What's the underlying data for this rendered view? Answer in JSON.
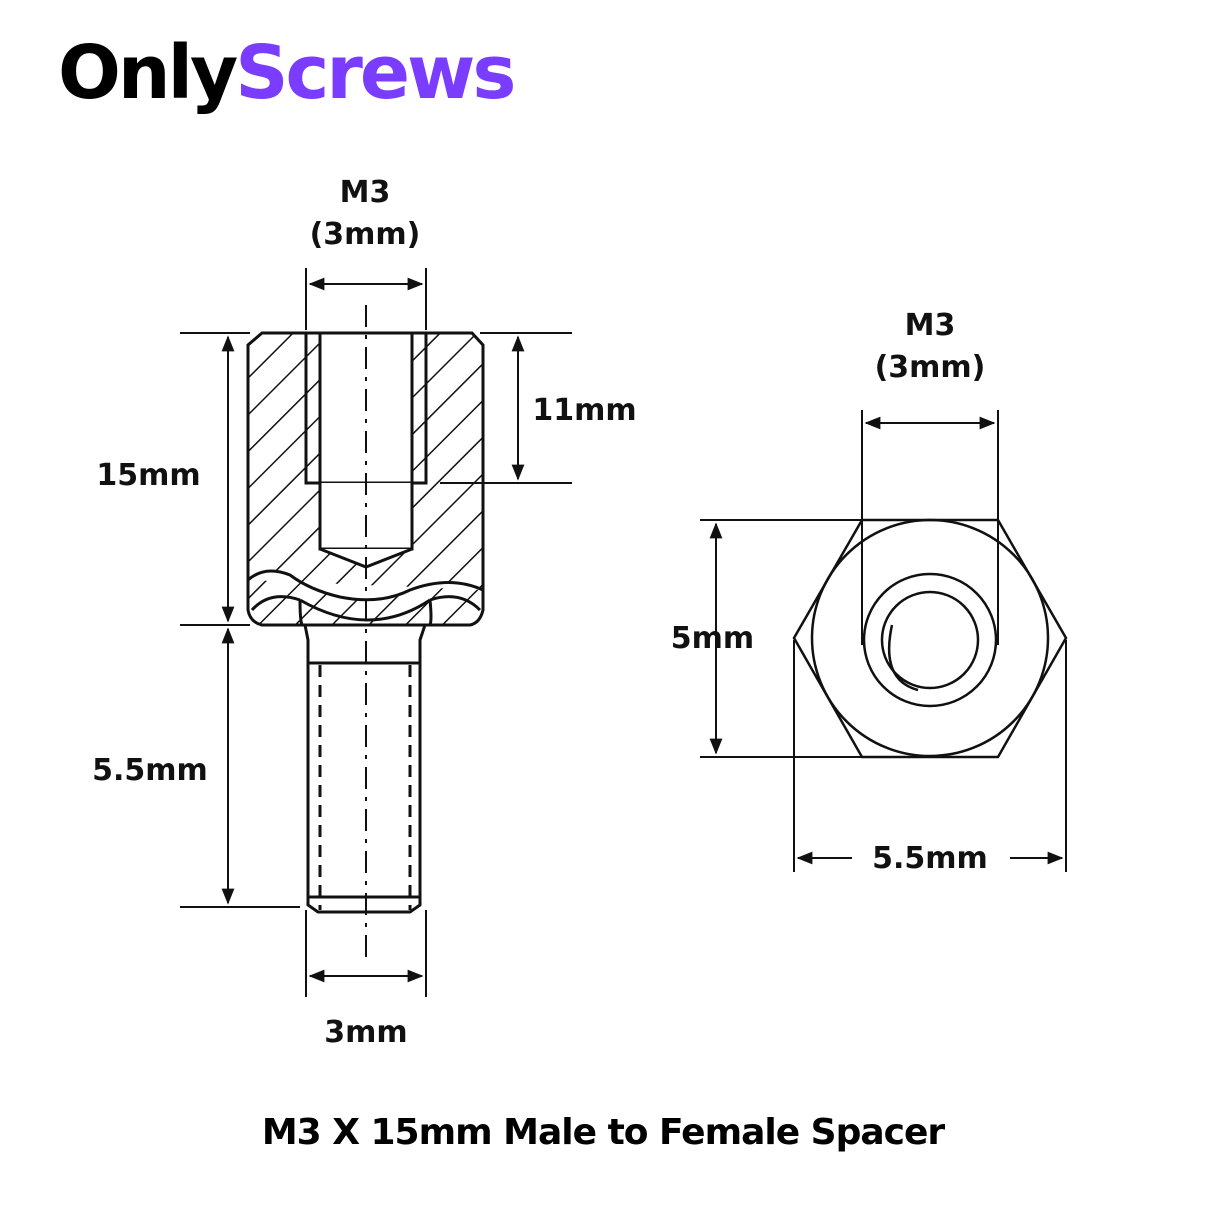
{
  "brand": {
    "part1": "Only",
    "part2": "Screws",
    "color_primary": "#000000",
    "color_accent": "#7a3cff"
  },
  "side_view": {
    "top_thread_label": "M3",
    "top_thread_sub": "(3mm)",
    "total_length": "15mm",
    "internal_thread_depth": "11mm",
    "male_thread_length": "5.5mm",
    "male_thread_diameter": "3mm"
  },
  "top_view": {
    "thread_label": "M3",
    "thread_sub": "(3mm)",
    "hex_height": "5mm",
    "hex_width": "5.5mm"
  },
  "caption": "M3 X 15mm Male to Female Spacer"
}
